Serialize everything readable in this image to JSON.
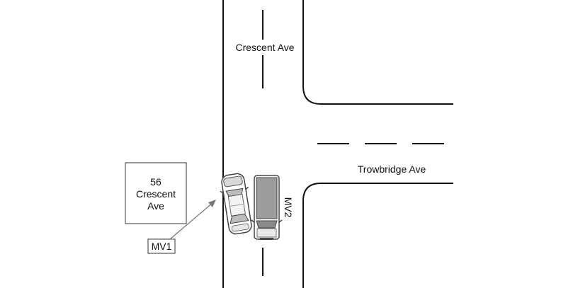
{
  "streets": {
    "vertical_name": "Crescent Ave",
    "horizontal_name": "Trowbridge Ave"
  },
  "building": {
    "lines": [
      "56",
      "Crescent",
      "Ave"
    ]
  },
  "vehicles": {
    "mv1_label": "MV1",
    "mv2_label": "MV2"
  }
}
